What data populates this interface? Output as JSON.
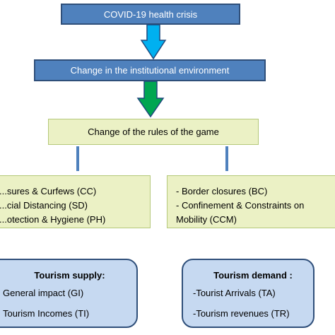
{
  "nodes": {
    "crisis": "COVID-19 health crisis",
    "environment": "Change in the institutional environment",
    "rules": "Change of the rules of the game",
    "left_items": [
      "...sures & Curfews (CC)",
      "...cial Distancing  (SD)",
      "...otection & Hygiene (PH)"
    ],
    "right_items": [
      "- Border closures (BC)",
      "- Confinement & Constraints on",
      "Mobility (CCM)"
    ],
    "supply": {
      "title": "Tourism supply:",
      "items": [
        "General impact (GI)",
        "Tourism Incomes (TI)"
      ]
    },
    "demand": {
      "title": "Tourism demand :",
      "items": [
        "-Tourist Arrivals (TA)",
        "-Tourism revenues (TR)"
      ]
    }
  },
  "colors": {
    "blue_box": "#4f81bd",
    "light_green_box": "#ebf1c5",
    "light_blue_box": "#c6d9f1",
    "arrow_blue": "#00b0f0",
    "arrow_green": "#00a651"
  }
}
